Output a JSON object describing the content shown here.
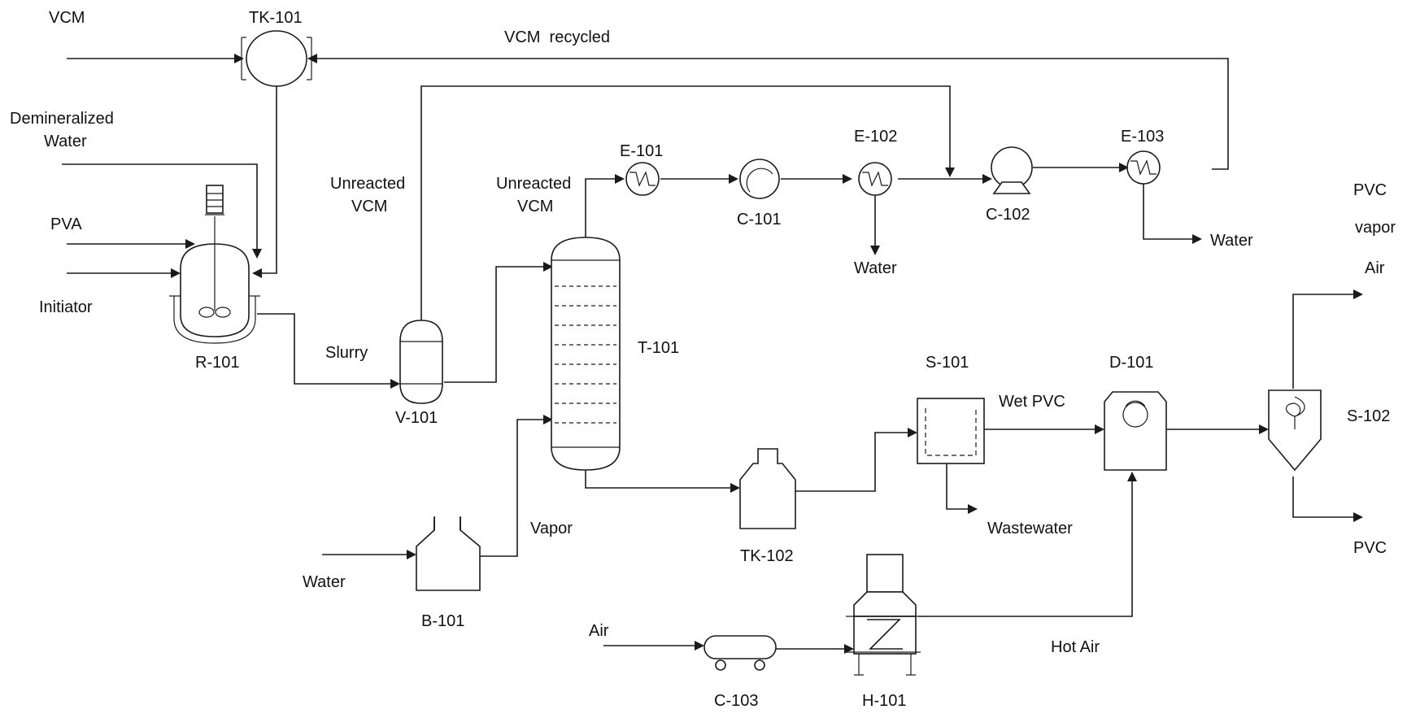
{
  "equipment": {
    "tk101": "TK-101",
    "r101": "R-101",
    "v101": "V-101",
    "t101": "T-101",
    "e101": "E-101",
    "c101": "C-101",
    "e102": "E-102",
    "c102": "C-102",
    "e103": "E-103",
    "b101": "B-101",
    "tk102": "TK-102",
    "s101": "S-101",
    "d101": "D-101",
    "s102": "S-102",
    "c103": "C-103",
    "h101": "H-101"
  },
  "streams": {
    "vcm": "VCM",
    "vcm_recycled": "VCM  recycled",
    "demin_1": "Demineralized",
    "demin_2": "Water",
    "pva": "PVA",
    "initiator": "Initiator",
    "unreacted_1": "Unreacted",
    "unreacted_2": "VCM",
    "unreacted_top_1": "Unreacted",
    "unreacted_top_2": "VCM",
    "slurry": "Slurry",
    "water_e102": "Water",
    "water_e103": "Water",
    "pvc_vapor_1": "PVC",
    "pvc_vapor_2": "vapor",
    "air_out": "Air",
    "wet_pvc": "Wet PVC",
    "wastewater": "Wastewater",
    "vapor": "Vapor",
    "water_in": "Water",
    "pvc_out": "PVC",
    "air_in": "Air",
    "hot_air": "Hot Air"
  }
}
